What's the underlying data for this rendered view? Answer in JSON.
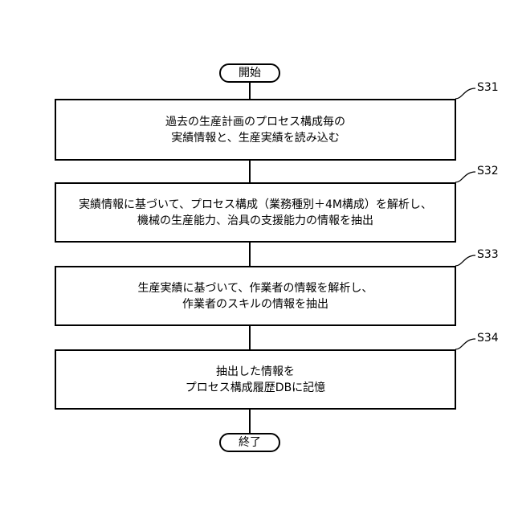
{
  "flowchart": {
    "start_label": "開始",
    "end_label": "終了",
    "steps": [
      {
        "id": "S31",
        "lines": [
          "過去の生産計画のプロセス構成毎の",
          "実績情報と、生産実績を読み込む"
        ]
      },
      {
        "id": "S32",
        "lines": [
          "実績情報に基づいて、プロセス構成（業務種別＋4M構成）を解析し、",
          "機械の生産能力、治具の支援能力の情報を抽出"
        ]
      },
      {
        "id": "S33",
        "lines": [
          "生産実績に基づいて、作業者の情報を解析し、",
          "作業者のスキルの情報を抽出"
        ]
      },
      {
        "id": "S34",
        "lines": [
          "抽出した情報を",
          "プロセス構成履歴DBに記憶"
        ]
      }
    ]
  }
}
